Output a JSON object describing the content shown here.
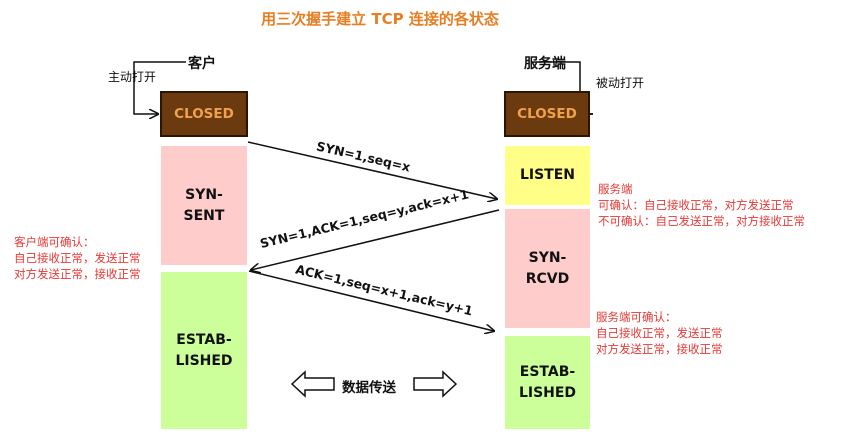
{
  "title": "用三次握手建立 TCP 连接的各状态",
  "client": {
    "name": "客户",
    "open_label": "主动打开",
    "states": [
      "CLOSED",
      "SYN-\nSENT",
      "ESTAB-\nLISHED"
    ],
    "note": "客户端可确认：\n自己接收正常，发送正常\n对方发送正常，接收正常"
  },
  "server": {
    "name": "服务端",
    "open_label": "被动打开",
    "states": [
      "CLOSED",
      "LISTEN",
      "SYN-\nRCVD",
      "ESTAB-\nLISHED"
    ],
    "note1": "服务端\n可确认：自己接收正常，对方发送正常\n不可确认：自己发送正常，对方接收正常",
    "note2": "服务端可确认：\n自己接收正常，发送正常\n对方发送正常，接收正常"
  },
  "messages": [
    "SYN=1,seq=x",
    "SYN=1,ACK=1,seq=y,ack=x+1",
    "ACK=1,seq=x+1,ack=y+1"
  ],
  "transfer_label": "数据传送",
  "colors": {
    "title": "#e67e22",
    "closed_bg": "#6b3a0f",
    "closed_text": "#f0a24a",
    "pink": "#ffcccc",
    "green": "#ccff99",
    "yellow": "#ffff88",
    "note": "#e53935"
  }
}
